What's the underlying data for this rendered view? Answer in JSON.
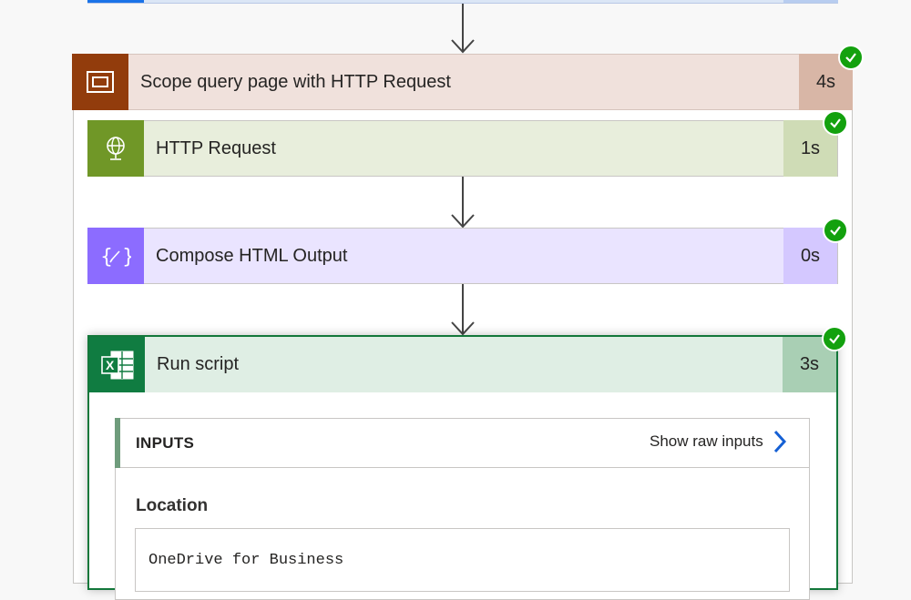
{
  "flow": {
    "scope": {
      "title": "Scope query page with HTTP Request",
      "duration": "4s",
      "icon": "scope-icon",
      "color": "#923c0c",
      "status": "succeeded"
    },
    "steps": [
      {
        "title": "HTTP Request",
        "duration": "1s",
        "icon": "globe-icon",
        "color": "#709727",
        "header_bg": "#e8eedc",
        "duration_bg": "#cfdcb6",
        "status": "succeeded"
      },
      {
        "title": "Compose HTML Output",
        "duration": "0s",
        "icon": "curly-braces-icon",
        "color": "#8c6cff",
        "header_bg": "#eae4ff",
        "duration_bg": "#d4c8ff",
        "status": "succeeded"
      }
    ],
    "run_script": {
      "title": "Run script",
      "duration": "3s",
      "icon": "excel-icon",
      "color": "#107c41",
      "status": "succeeded",
      "inputs_label": "INPUTS",
      "show_raw_label": "Show raw inputs",
      "location_label": "Location",
      "location_value": "OneDrive for Business"
    }
  }
}
